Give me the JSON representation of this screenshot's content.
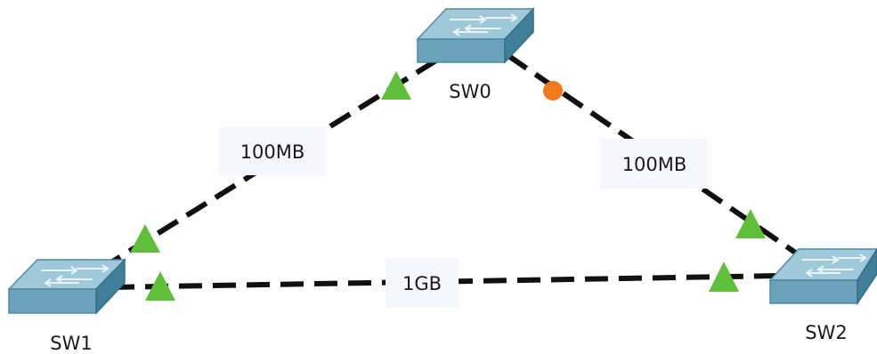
{
  "devices": [
    {
      "id": "sw0",
      "label": "SW0",
      "icon": "switch-icon"
    },
    {
      "id": "sw1",
      "label": "SW1",
      "icon": "switch-icon"
    },
    {
      "id": "sw2",
      "label": "SW2",
      "icon": "switch-icon"
    }
  ],
  "links": [
    {
      "id": "sw0-sw1",
      "from": "sw0",
      "to": "sw1",
      "label": "100MB",
      "status_from": "up",
      "status_to": "up"
    },
    {
      "id": "sw0-sw2",
      "from": "sw0",
      "to": "sw2",
      "label": "100MB",
      "status_from": "blocking",
      "status_to": "up"
    },
    {
      "id": "sw1-sw2",
      "from": "sw1",
      "to": "sw2",
      "label": "1GB",
      "status_from": "up",
      "status_to": "up"
    }
  ],
  "status_colors": {
    "up": "#5fbf3a",
    "blocking": "#f07a1a"
  }
}
